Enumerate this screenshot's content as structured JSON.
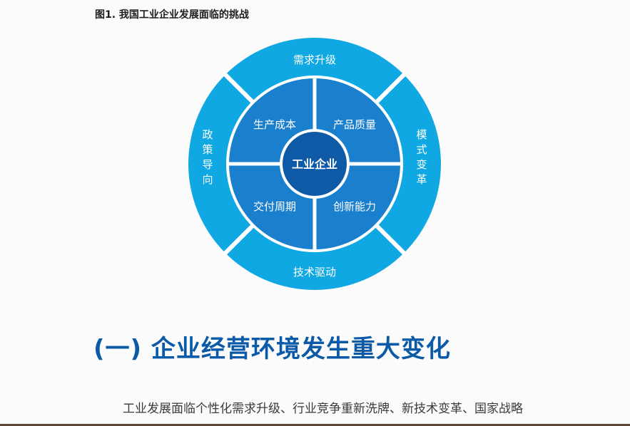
{
  "figure": {
    "caption": "图1. 我国工业企业发展面临的挑战"
  },
  "diagram": {
    "center_label": "工业企业",
    "inner_labels": {
      "top_left": "生产成本",
      "top_right": "产品质量",
      "bottom_left": "交付周期",
      "bottom_right": "创新能力"
    },
    "outer_labels": {
      "top": "需求升级",
      "right": "模式变革",
      "bottom": "技术驱动",
      "left": "政策导向"
    },
    "colors": {
      "outer_ring": "#0fa8e3",
      "inner_ring": "#1a7fcd",
      "center": "#0e5aa6",
      "separator": "#ffffff"
    }
  },
  "section": {
    "heading": "(一) 企业经营环境发生重大变化",
    "body_text": "工业发展面临个性化需求升级、行业竞争重新洗牌、新技术变革、国家战略"
  }
}
